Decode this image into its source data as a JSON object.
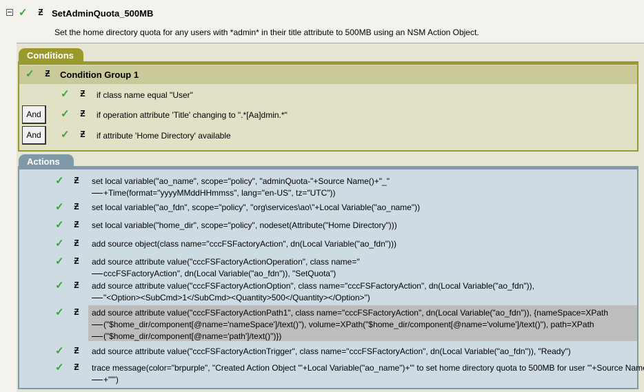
{
  "rule": {
    "title": "SetAdminQuota_500MB",
    "description": "Set the home directory quota for any users with *admin* in their title attribute to 500MB using an NSM Action Object."
  },
  "conditions": {
    "tab_label": "Conditions",
    "group_label": "Condition Group 1",
    "items": [
      {
        "text": "if class name equal \"User\""
      },
      {
        "and_label": "And",
        "text": "if operation attribute 'Title' changing to \".*[Aa]dmin.*\""
      },
      {
        "and_label": "And",
        "text": "if attribute 'Home Directory' available"
      }
    ]
  },
  "actions": {
    "tab_label": "Actions",
    "items": [
      {
        "lines": [
          "set local variable(\"ao_name\", scope=\"policy\", \"adminQuota-\"+Source Name()+\"_\"",
          "+Time(format=\"yyyyMMddHHmmss\", lang=\"en-US\", tz=\"UTC\"))"
        ]
      },
      {
        "lines": [
          "set local variable(\"ao_fdn\", scope=\"policy\", \"org\\services\\ao\\\"+Local Variable(\"ao_name\"))"
        ]
      },
      {
        "lines": [
          "set local variable(\"home_dir\", scope=\"policy\", nodeset(Attribute(\"Home Directory\")))"
        ]
      },
      {
        "lines": [
          "add source object(class name=\"cccFSFactoryAction\", dn(Local Variable(\"ao_fdn\")))"
        ]
      },
      {
        "lines": [
          "add source attribute value(\"cccFSFactoryActionOperation\", class name=\"",
          "cccFSFactoryAction\", dn(Local Variable(\"ao_fdn\")), \"SetQuota\")"
        ]
      },
      {
        "lines": [
          "add source attribute value(\"cccFSFactoryActionOption\", class name=\"cccFSFactoryAction\", dn(Local Variable(\"ao_fdn\")),",
          "\"<Option><SubCmd>1</SubCmd><Quantity>500</Quantity></Option>\")"
        ]
      },
      {
        "lines": [
          "add source attribute value(\"cccFSFactoryActionPath1\", class name=\"cccFSFactoryAction\", dn(Local Variable(\"ao_fdn\")), {nameSpace=XPath",
          "(\"$home_dir/component[@name='nameSpace']/text()\"), volume=XPath(\"$home_dir/component[@name='volume']/text()\"), path=XPath",
          "(\"$home_dir/component[@name='path']/text()\")})"
        ]
      },
      {
        "lines": [
          "add source attribute value(\"cccFSFactoryActionTrigger\", class name=\"cccFSFactoryAction\", dn(Local Variable(\"ao_fdn\")), \"Ready\")"
        ]
      },
      {
        "lines": [
          "trace message(color=\"brpurple\", \"Created Action Object '\"+Local Variable(\"ao_name\")+\"' to set home directory quota to 500MB for user '\"+Source Name()",
          "+\"'\")"
        ]
      }
    ]
  },
  "colors": {
    "check": "#3aa33a",
    "conditions": "#9a9a2c",
    "actions": "#7f99a8"
  }
}
